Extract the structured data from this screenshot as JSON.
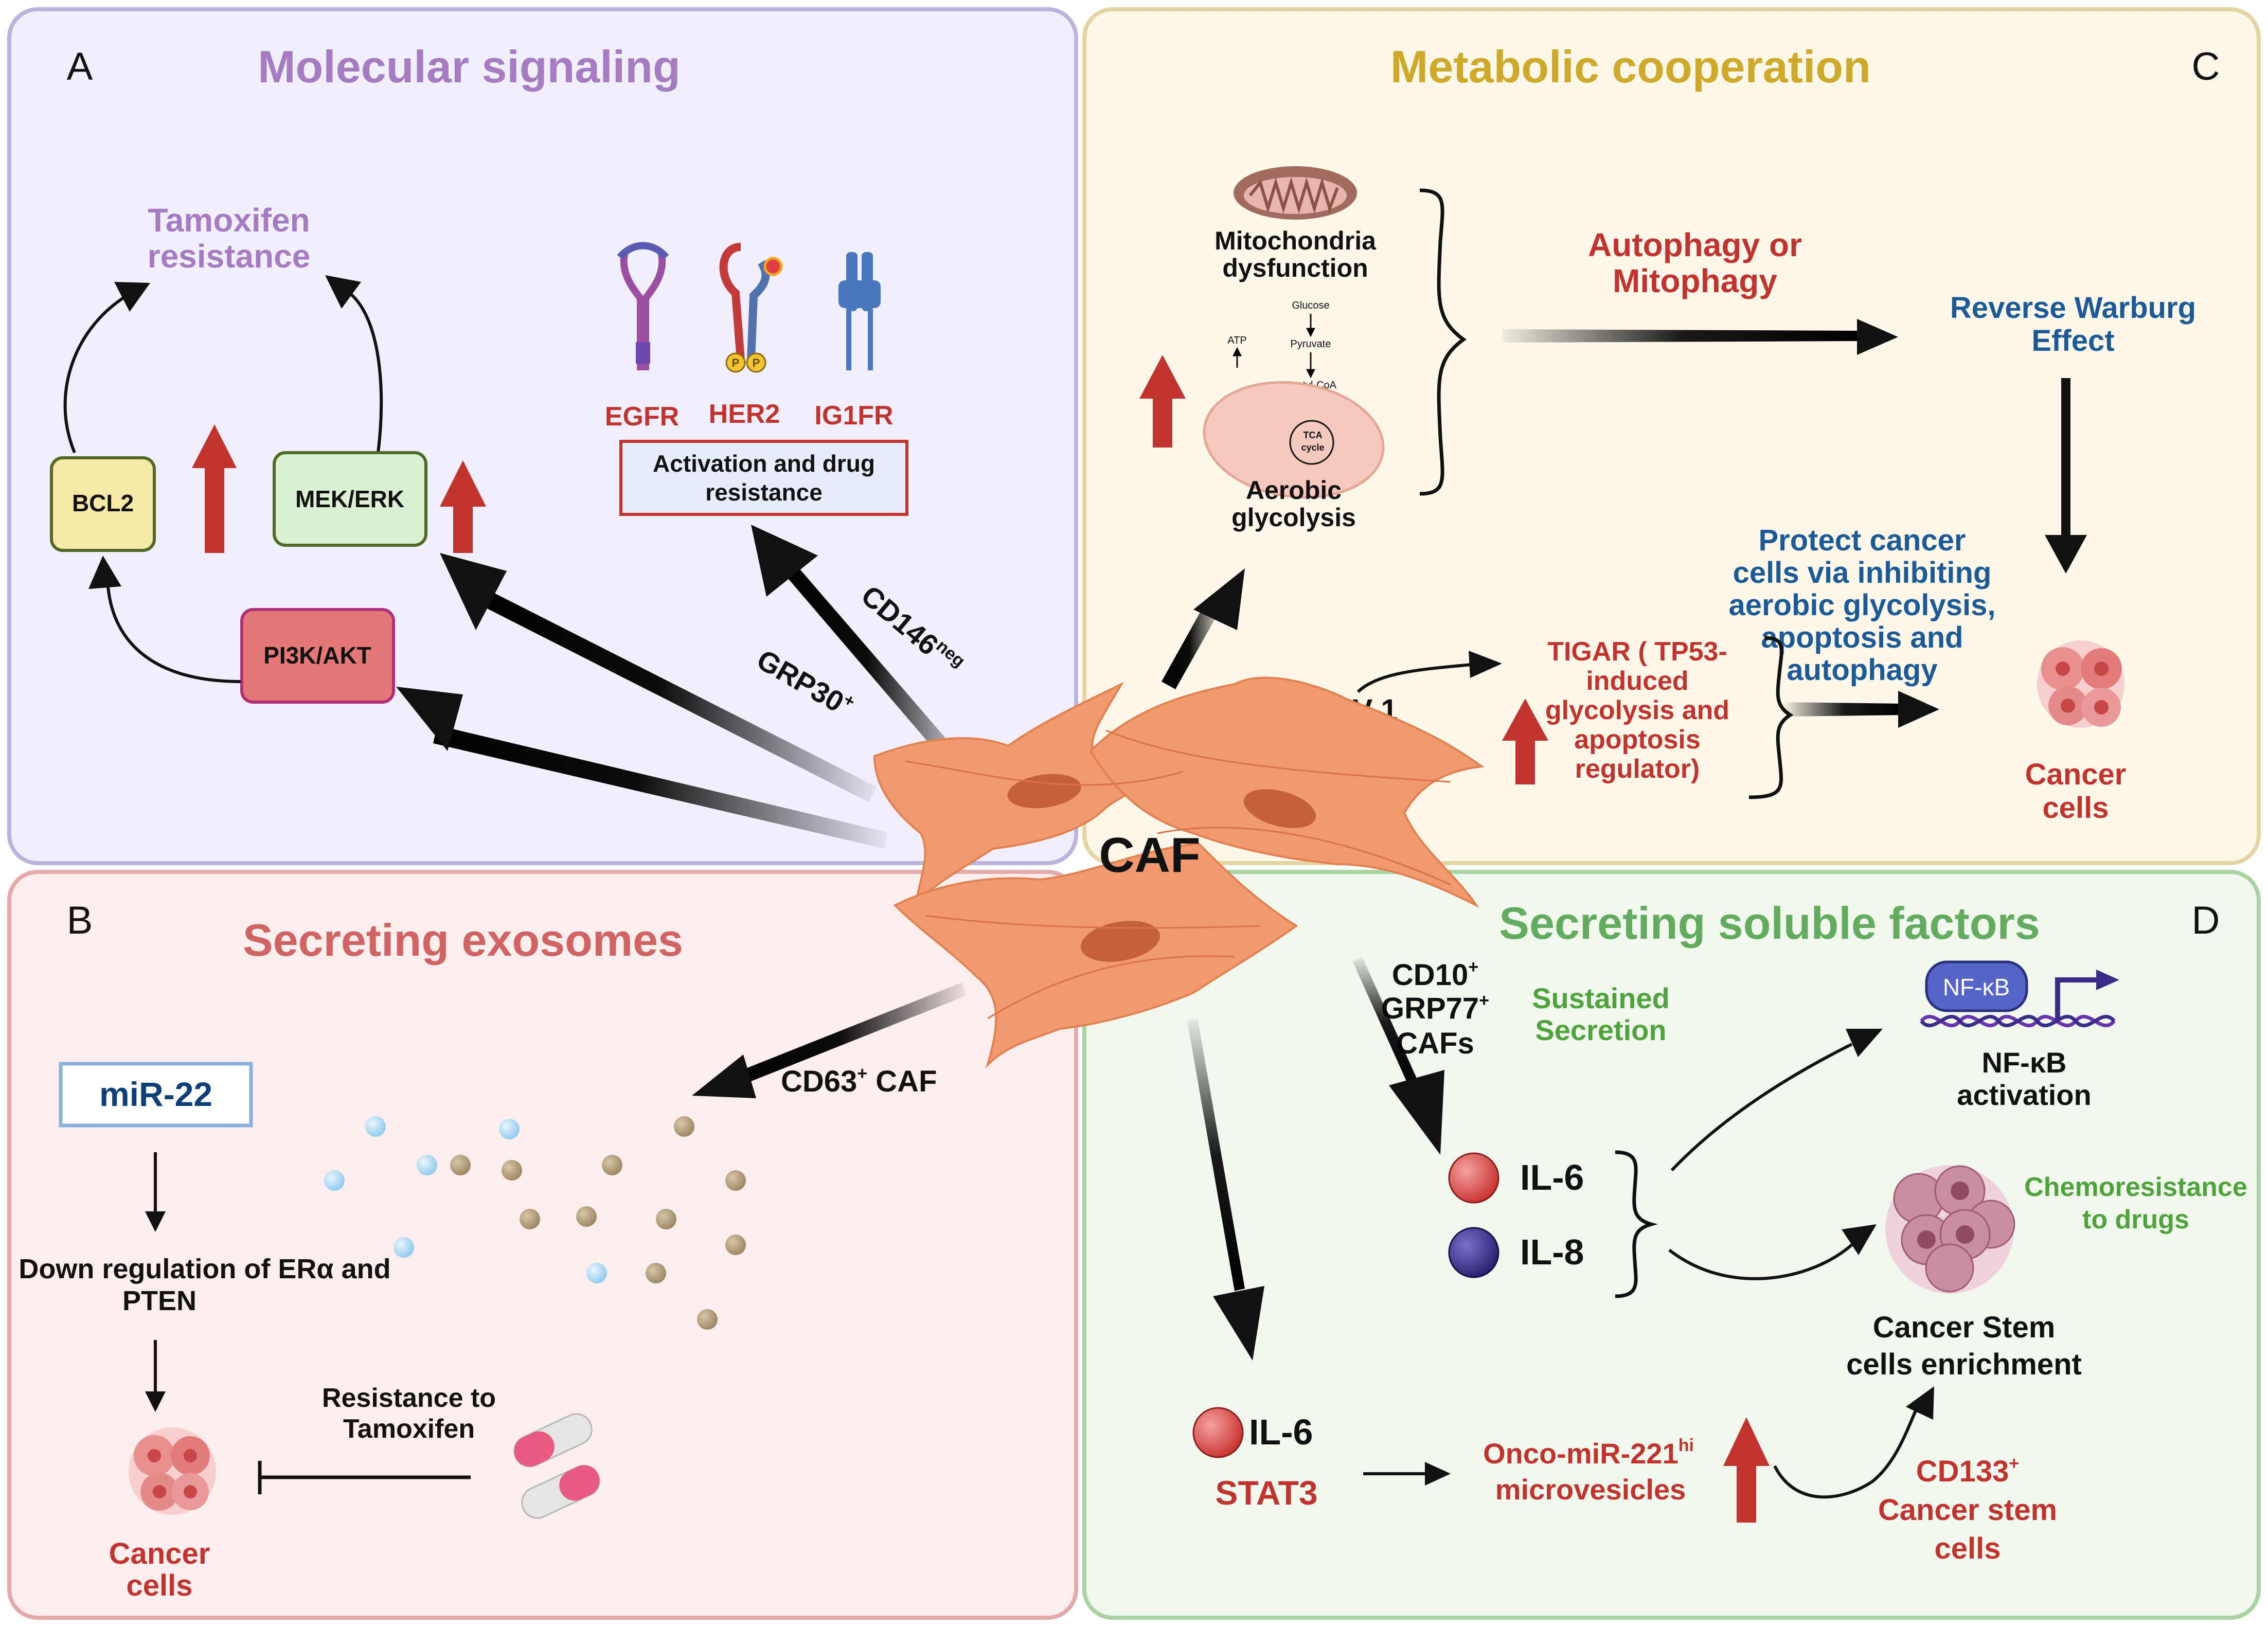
{
  "panels": {
    "a": {
      "letter": "A",
      "title": "Molecular signaling"
    },
    "b": {
      "letter": "B",
      "title": "Secreting exosomes"
    },
    "c": {
      "letter": "C",
      "title": "Metabolic cooperation"
    },
    "d": {
      "letter": "D",
      "title": "Secreting soluble factors"
    }
  },
  "center": {
    "caf": "CAF"
  },
  "panel_a": {
    "tamoxifen": [
      "Tamoxifen",
      "resistance"
    ],
    "bcl2": "BCL2",
    "mek_erk": "MEK/ERK",
    "pi3k_akt": "PI3K/AKT",
    "receptors": [
      "EGFR",
      "HER2",
      "IG1FR"
    ],
    "receptor_phospho": "P",
    "activation": [
      "Activation and drug",
      "resistance"
    ],
    "grp30": "GRP30",
    "grp30_sup": "+",
    "cd146": "CD146",
    "cd146_sup": "neg"
  },
  "panel_b": {
    "mir22": "miR-22",
    "downreg": [
      "Down regulation of ERα and",
      "PTEN"
    ],
    "cancer_cells": [
      "Cancer",
      "cells"
    ],
    "resistance": [
      "Resistance to",
      "Tamoxifen"
    ],
    "cd63": "CD63",
    "cd63_sup": "+",
    "cd63_suffix": " CAF"
  },
  "panel_c": {
    "mito": [
      "Mitochondria",
      "dysfunction"
    ],
    "pathway": [
      "Glucose",
      "Pyruvate",
      "Acetyl-CoA"
    ],
    "tca": [
      "TCA",
      "cycle"
    ],
    "atp": "ATP",
    "aerobic": [
      "Aerobic",
      "glycolysis"
    ],
    "autophagy": [
      "Autophagy or",
      "Mitophagy"
    ],
    "warburg": [
      "Reverse Warburg",
      "Effect"
    ],
    "protect": [
      "Protect cancer",
      "cells via inhibiting",
      "aerobic glycolysis,",
      "apoptosis and",
      "autophagy"
    ],
    "low_cav": "Low CAV-1",
    "tigar": [
      "TIGAR ( TP53-",
      "induced",
      "glycolysis and",
      "apoptosis",
      "regulator)"
    ],
    "cancer_cells": [
      "Cancer",
      "cells"
    ]
  },
  "panel_d": {
    "cd10": "CD10",
    "cd10_sup": "+",
    "grp77": "GRP77",
    "grp77_sup": "+",
    "cafs": "CAFs",
    "sustained": [
      "Sustained",
      "Secretion"
    ],
    "nfkb_box": "NF-κB",
    "nfkb_activation": [
      "NF-κB",
      "activation"
    ],
    "chemo": [
      "Chemoresistance",
      "to drugs"
    ],
    "il6": "IL-6",
    "il8": "IL-8",
    "csc_enrich": [
      "Cancer Stem",
      "cells enrichment"
    ],
    "il6_bottom": "IL-6",
    "stat3": "STAT3",
    "onco": "Onco-miR-221",
    "onco_sup": "hi",
    "microvesicles": "microvesicles",
    "cd133": "CD133",
    "cd133_sup": "+",
    "cd133_rest": [
      "Cancer stem",
      "cells"
    ]
  },
  "colors": {
    "panel_a_bg": "#f1effb",
    "panel_a_border": "#b9b5dc",
    "panel_a_title": "#a57cc1",
    "panel_b_bg": "#fdeeee",
    "panel_b_border": "#e3aaab",
    "panel_b_title": "#d06363",
    "panel_c_bg": "#fdf8ea",
    "panel_c_border": "#e5d4a3",
    "panel_c_title": "#cfa92a",
    "panel_d_bg": "#f1f8ee",
    "panel_d_border": "#a9d3a0",
    "panel_d_title": "#63ab5e",
    "red_text": "#c0332f",
    "blue_text": "#1b5a96",
    "green_text": "#4fa33c",
    "up_arrow": "#c0332f",
    "caf_body": "#f19a70",
    "caf_nucleus": "#c4613c"
  },
  "icons": [
    "up-arrow-icon",
    "receptor-icon",
    "mitochondrion-icon",
    "cancer-cell-icon",
    "pill-icon",
    "exosome-icon",
    "dna-promoter-icon",
    "cytokine-icon",
    "caf-cell-icon"
  ]
}
